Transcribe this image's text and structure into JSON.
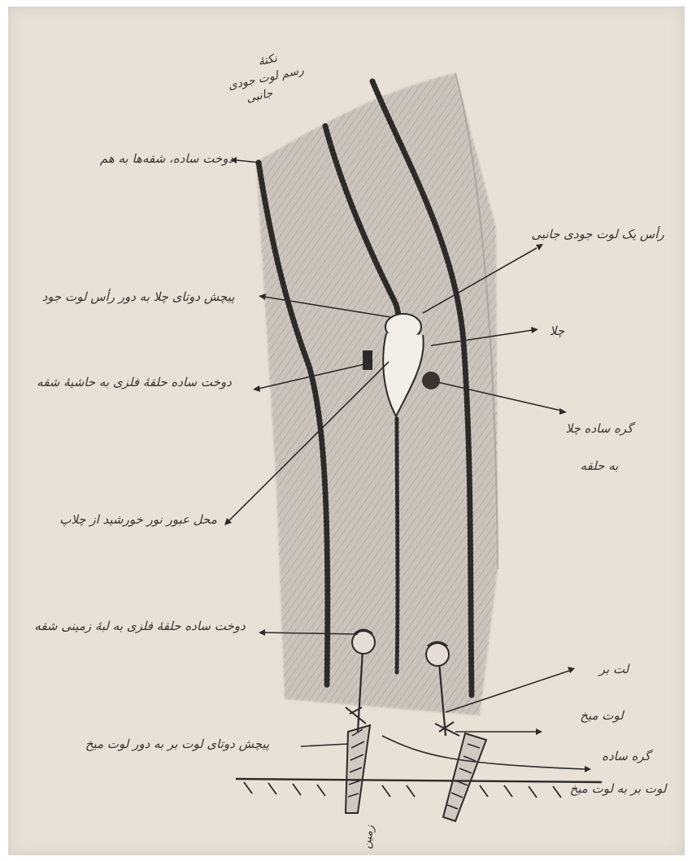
{
  "labels": {
    "top_note_line1": "نکتهٔ",
    "top_note_line2": "رسم لوت جودی",
    "top_note_line3": "جانبی",
    "sewn_line_top": "دوخت ساده، شقه‌ها به هم",
    "side_rope_end": "رأس یک لوت جودی جانبی",
    "passing_ends": "پیچش دوتای چلا به دور رأس لوت جود",
    "chila": "چلا",
    "ring_sewing": "دوخت ساده حلقهٔ فلزی به حاشیهٔ شقه",
    "chila_knot_line1": "گره ساده چلا",
    "chila_knot_line2": "به حلقه",
    "sun_passage": "محل عبور نور خورشید از چلاپ",
    "bottom_sewing": "دوخت ساده حلقهٔ فلزی به لبهٔ زمینی شقه",
    "lat_bar": "لت بر",
    "lat_mikh": "لوت میخ",
    "twist_bottom": "پیچش دوتای لوت بر به دور لوت میخ",
    "simple_knot_line1": "گره ساده",
    "simple_knot_line2": "لوت بر به لوت میخ",
    "ground": "زمین"
  },
  "colors": {
    "paper": "#e7e1d8",
    "ink": "#3a3431",
    "shading": "#9a948f"
  }
}
